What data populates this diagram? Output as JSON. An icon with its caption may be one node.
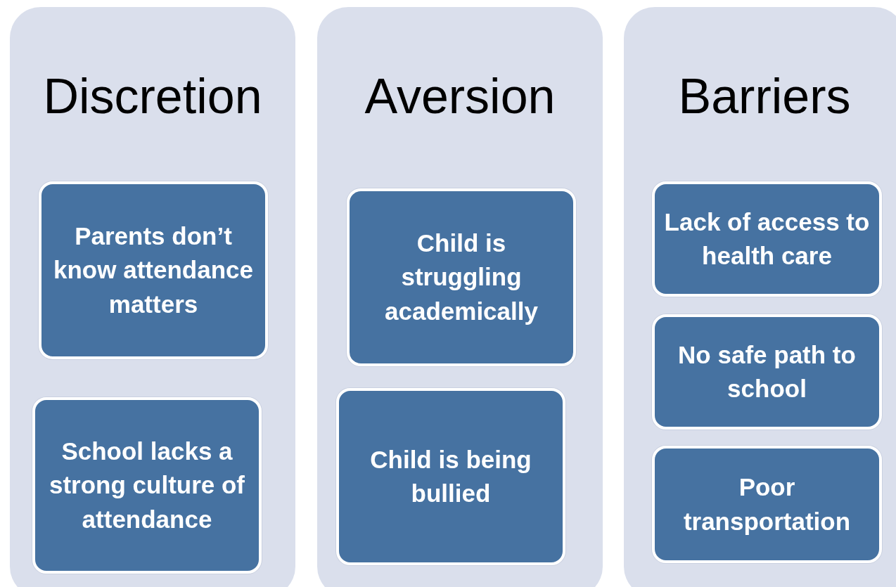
{
  "diagram": {
    "nodes": [
      {
        "text": [
          "Discretion"
        ]
      },
      {
        "text": [
          "Parents don’t know attendance matters"
        ],
        "in": 0
      },
      {
        "text": [
          "School lacks a strong culture of attendance"
        ],
        "in": 0
      },
      {
        "text": [
          "Aversion"
        ]
      },
      {
        "text": [
          "Child is struggling academically"
        ],
        "in": 3
      },
      {
        "text": [
          "Child is being bullied"
        ],
        "in": 3
      },
      {
        "text": [
          "Barriers"
        ]
      },
      {
        "text": [
          "Lack of access to health care"
        ],
        "in": 6
      },
      {
        "text": [
          "No safe path to school"
        ],
        "in": 6
      },
      {
        "text": [
          "Poor transportation"
        ],
        "in": 6
      }
    ]
  }
}
